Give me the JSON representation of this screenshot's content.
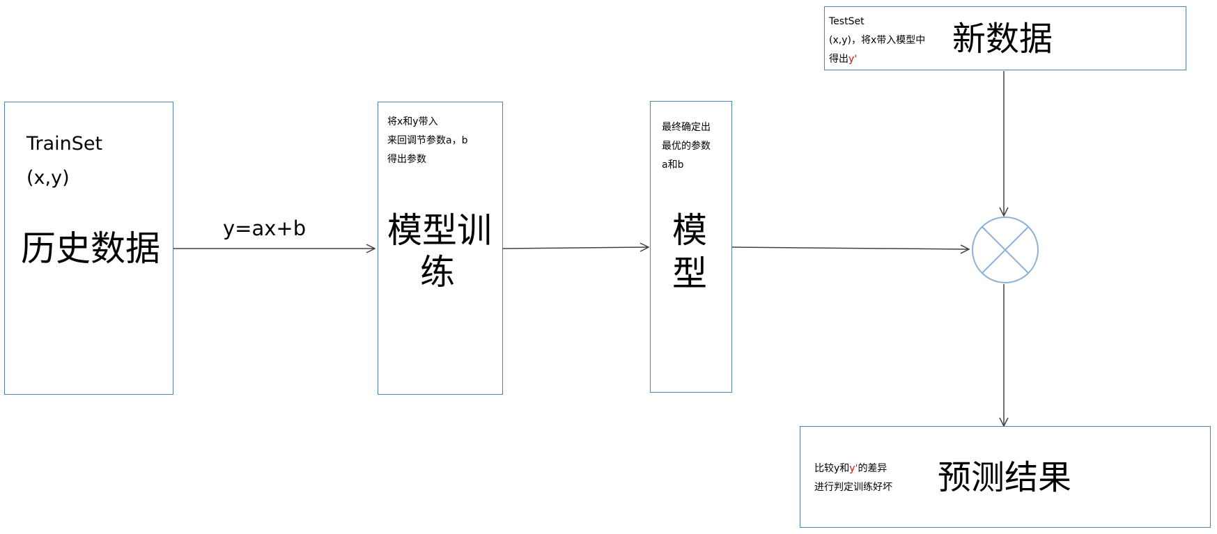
{
  "history": {
    "set_name": "TrainSet",
    "pair": "(x,y)",
    "title": "历史数据"
  },
  "equation": "y=ax+b",
  "training": {
    "note_line1": "将x和y带入",
    "note_line2": "来回调节参数a，b",
    "note_line3": "得出参数",
    "title_line1": "模型训",
    "title_line2": "练"
  },
  "model": {
    "note_line1": "最终确定出",
    "note_line2": "最优的参数",
    "note_line3": "a和b",
    "title_line1": "模",
    "title_line2": "型"
  },
  "new_data": {
    "set_name": "TestSet",
    "note_line2": "(x,y)，将x带入模型中",
    "note_line3_prefix": "得出",
    "note_line3_red": "y'",
    "title": "新数据"
  },
  "result": {
    "note_line1_prefix": "比较y和",
    "note_line1_red": "y'",
    "note_line1_suffix": "的差异",
    "note_line2": "进行判定训练好坏",
    "title": "预测结果"
  },
  "colors": {
    "box_border": "#4f7fb3",
    "arrow": "#404040",
    "highlight": "#e01010"
  }
}
